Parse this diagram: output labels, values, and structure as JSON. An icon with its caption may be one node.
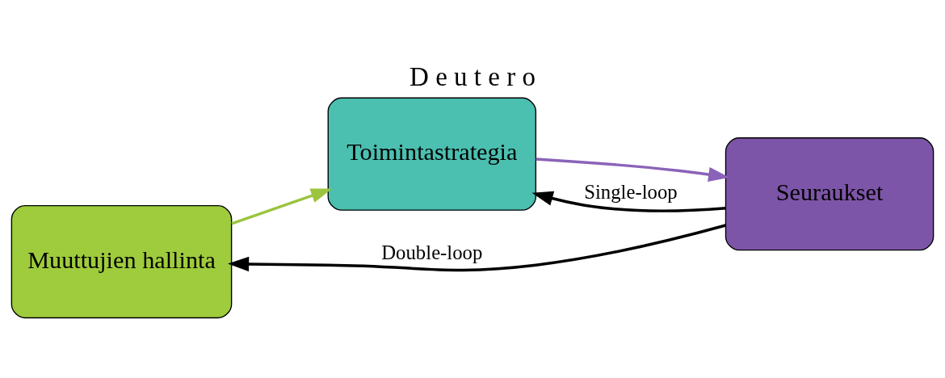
{
  "diagram": {
    "title": "D e u t e r o",
    "nodes": [
      {
        "text": [
          "Muuttujien hallinta"
        ]
      },
      {
        "text": [
          "Toimintastrategia"
        ]
      },
      {
        "text": [
          "Seuraukset"
        ]
      }
    ],
    "edges": [
      {
        "from": 0,
        "to": 1,
        "arrow": "to",
        "color": "#9bc43f"
      },
      {
        "from": 1,
        "to": 2,
        "arrow": "to",
        "color": "#8a63b8"
      },
      {
        "from": 2,
        "to": 1,
        "arrow": "to",
        "label": "Single-loop"
      },
      {
        "from": 2,
        "to": 0,
        "arrow": "to",
        "label": "Double-loop"
      }
    ]
  }
}
